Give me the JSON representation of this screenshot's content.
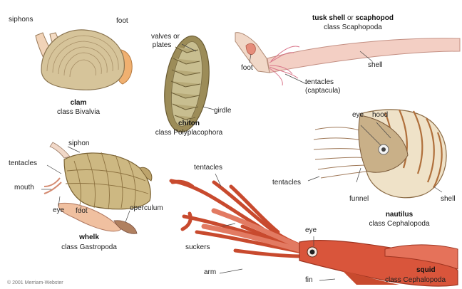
{
  "clam": {
    "name": "clam",
    "class_name": "class Bivalvia",
    "labels": {
      "siphons": "siphons",
      "foot": "foot"
    }
  },
  "chiton": {
    "name": "chiton",
    "class_name": "class Polyplacophora",
    "labels": {
      "valves": "valves or",
      "plates": "plates",
      "girdle": "girdle"
    }
  },
  "tusk": {
    "name_a": "tusk shell",
    "or": "or",
    "name_b": "scaphopod",
    "class_name": "class Scaphopoda",
    "labels": {
      "shell": "shell",
      "foot": "foot",
      "tentacles": "tentacles",
      "captacula": "(captacula)"
    }
  },
  "nautilus": {
    "name": "nautilus",
    "class_name": "class Cephalopoda",
    "labels": {
      "eye": "eye",
      "hood": "hood",
      "tentacles": "tentacles",
      "funnel": "funnel",
      "shell": "shell"
    }
  },
  "whelk": {
    "name": "whelk",
    "class_name": "class Gastropoda",
    "labels": {
      "siphon": "siphon",
      "tentacles": "tentacles",
      "mouth": "mouth",
      "eye": "eye",
      "foot": "foot",
      "operculum": "operculum"
    }
  },
  "squid": {
    "name": "squid",
    "class_name": "class Cephalopoda",
    "labels": {
      "tentacles": "tentacles",
      "suckers": "suckers",
      "eye": "eye",
      "arm": "arm",
      "fin": "fin"
    }
  },
  "copyright": "© 2001 Merriam-Webster",
  "colors": {
    "squid": "#d9553b",
    "shell_tan": "#d8c08e",
    "foot": "#f0b088",
    "tusk": "#f2c6b8"
  }
}
